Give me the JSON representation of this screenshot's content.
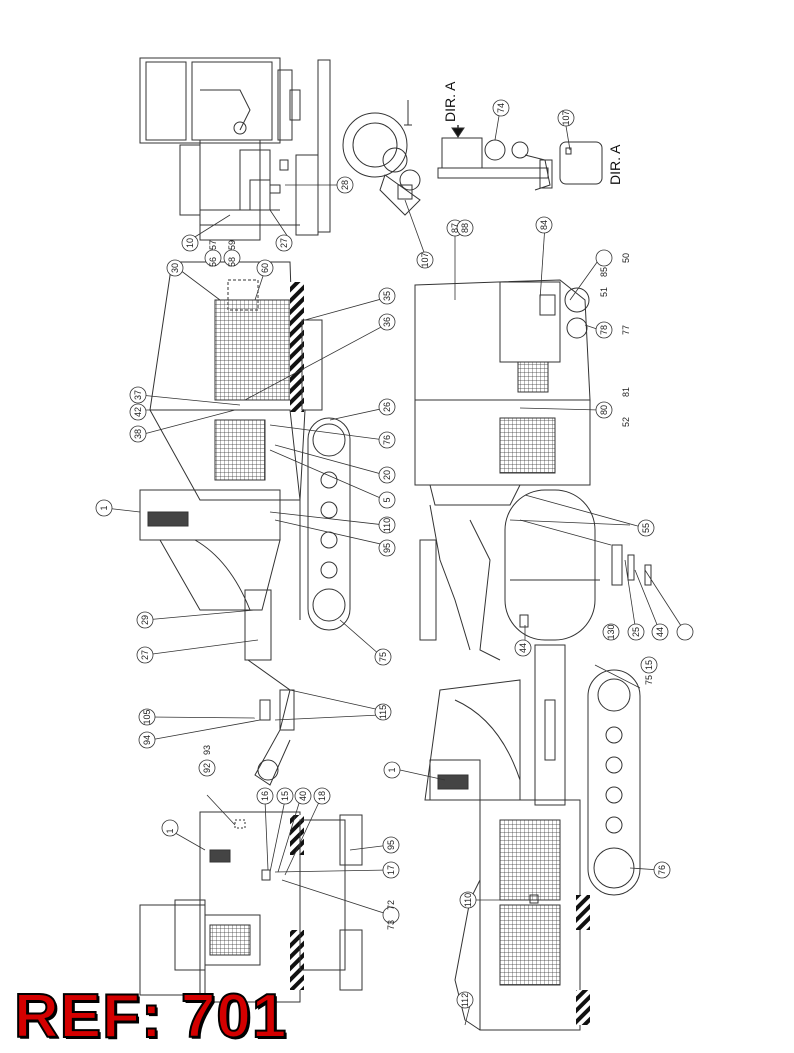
{
  "reference": "REF: 701",
  "view_labels": {
    "dir_a_top": "DIR. A",
    "dir_a_side": "DIR. A"
  },
  "callouts": [
    "1",
    "1",
    "1",
    "5",
    "10",
    "15",
    "15",
    "16",
    "17",
    "18",
    "20",
    "25",
    "26",
    "27",
    "27",
    "28",
    "29",
    "30",
    "35",
    "36",
    "37",
    "38",
    "40",
    "42",
    "44",
    "44",
    "50",
    "51",
    "52",
    "55",
    "56",
    "57",
    "58",
    "59",
    "60",
    "72",
    "73",
    "74",
    "75",
    "75",
    "76",
    "76",
    "77",
    "78",
    "80",
    "81",
    "84",
    "85",
    "87",
    "88",
    "92",
    "93",
    "94",
    "95",
    "95",
    "105",
    "107",
    "107",
    "110",
    "110",
    "112",
    "115",
    "130"
  ]
}
